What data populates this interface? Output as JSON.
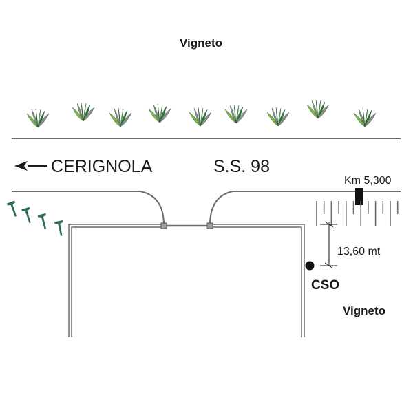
{
  "labels": {
    "vineyard_top": "Vigneto",
    "vineyard_right": "Vigneto",
    "direction": "CERIGNOLA",
    "road_name": "S.S. 98",
    "kilometer_marker": "Km 5,300",
    "distance": "13,60 mt",
    "site": "CSO"
  },
  "icons": {
    "vine": "vine-plant-icon",
    "tree": "tree-icon",
    "arrow": "arrow-left-icon",
    "site_marker": "filled-circle-icon",
    "km_marker": "km-post-icon"
  },
  "colors": {
    "line": "#6b6b6b",
    "text": "#1a1a1a",
    "vine_dark": "#1e7a3c",
    "vine_light": "#7db84a",
    "vine_grey": "#8a8f88",
    "tree": "#2e6b55",
    "post": "#a0a0a0",
    "marker": "#111111"
  },
  "counts": {
    "vines_in_row": 9,
    "trees": 4,
    "rail_ticks": 12
  }
}
